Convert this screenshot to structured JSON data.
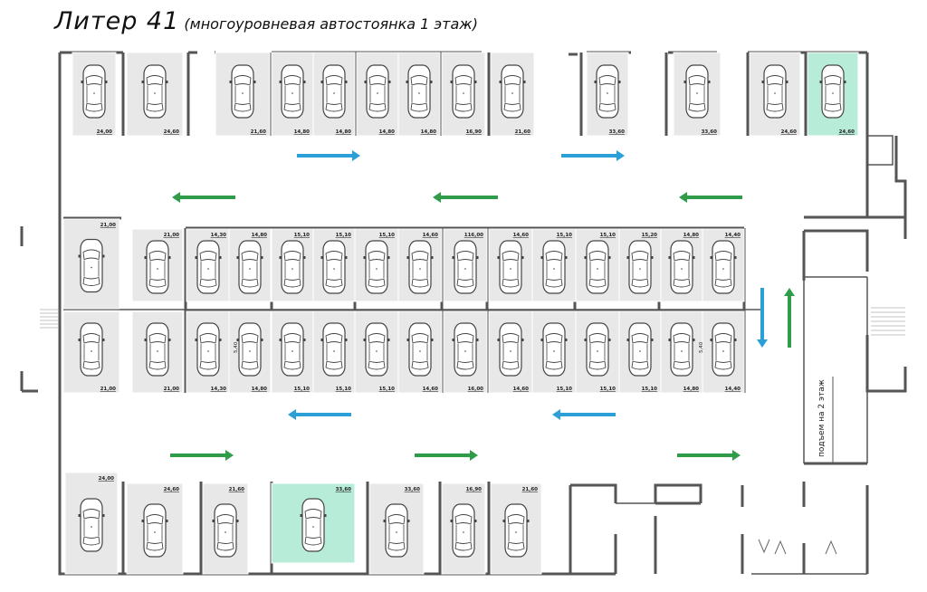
{
  "title": {
    "main": "Литер 41",
    "subtitle": "(многоуровневая автостоянка 1 этаж)"
  },
  "ramp_label": "подъем на 2 этаж",
  "colors": {
    "wall": "#555555",
    "space": "#e8e8e8",
    "highlight": "#b7ecd9",
    "arrow_blue": "#2b9fd8",
    "arrow_green": "#2e9c49"
  },
  "space_labels": {
    "top_row": [
      "24,00",
      "24,60",
      "21,60",
      "14,80",
      "14,80",
      "14,80",
      "14,80",
      "16,90",
      "21,60",
      "33,60",
      "33,60",
      "24,60",
      "24,60"
    ],
    "mid_upper": [
      "21,00",
      "21,00",
      "14,30",
      "14,80",
      "15,10",
      "15,10",
      "15,10",
      "14,60",
      "116,00",
      "14,60",
      "15,10",
      "15,10",
      "15,20",
      "14,80",
      "14,40"
    ],
    "mid_lower": [
      "21,00",
      "21,00",
      "14,30",
      "14,80",
      "15,10",
      "15,10",
      "15,10",
      "14,60",
      "16,00",
      "14,60",
      "15,10",
      "15,10",
      "15,10",
      "14,80",
      "14,40"
    ],
    "bottom_row": [
      "24,00",
      "24,60",
      "21,60",
      "33,60",
      "33,60",
      "16,90",
      "21,60"
    ],
    "dimension_marks": [
      "5,40",
      "5,40"
    ]
  }
}
